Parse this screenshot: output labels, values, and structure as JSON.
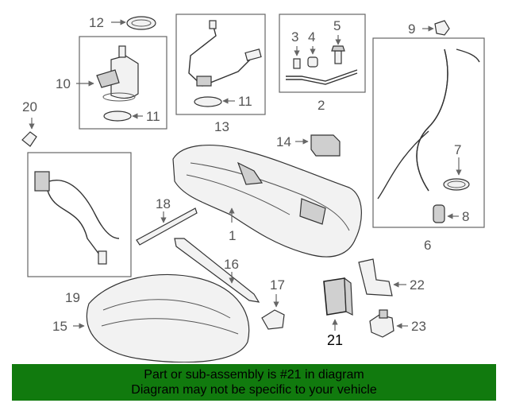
{
  "callouts": {
    "c1": "1",
    "c2": "2",
    "c3": "3",
    "c4": "4",
    "c5": "5",
    "c6": "6",
    "c7": "7",
    "c8": "8",
    "c9": "9",
    "c10": "10",
    "c11a": "11",
    "c11b": "11",
    "c12": "12",
    "c13": "13",
    "c14": "14",
    "c15": "15",
    "c16": "16",
    "c17": "17",
    "c18": "18",
    "c19": "19",
    "c20": "20",
    "c21": "21",
    "c22": "22",
    "c23": "23"
  },
  "highlight_part": "21",
  "banner": {
    "line1": "Part or sub-assembly is #21 in diagram",
    "line2": "Diagram may not be specific to your vehicle",
    "color": "#117a0e"
  }
}
